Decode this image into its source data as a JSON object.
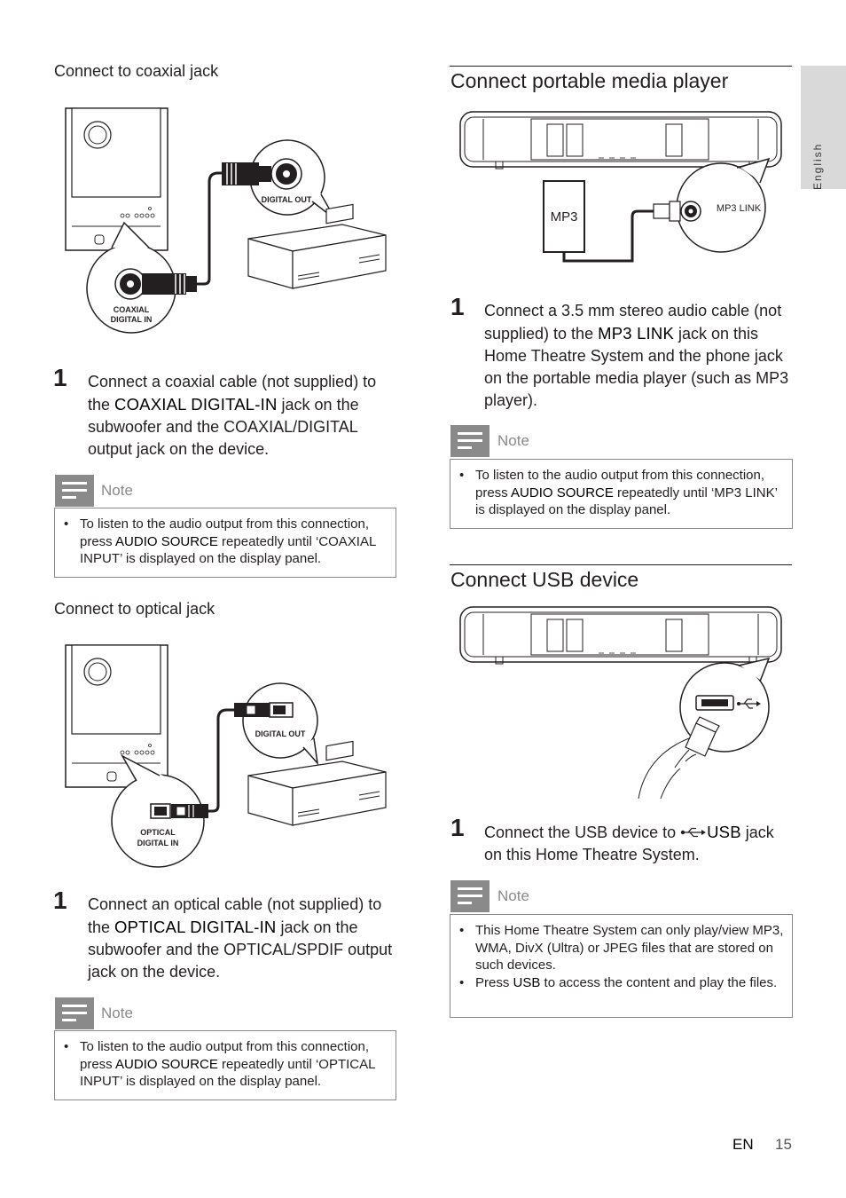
{
  "sidebar": {
    "language": "English"
  },
  "left": {
    "coaxial": {
      "heading": "Connect to coaxial jack",
      "diagram": {
        "port_device": "DIGITAL OUT",
        "port_sub_line1": "COAXIAL",
        "port_sub_line2": "DIGITAL IN"
      },
      "step_number": "1",
      "step": {
        "p1": "Connect a coaxial cable (not supplied) to the ",
        "b1": "COAXIAL DIGITAL-IN",
        "p2": " jack on the subwoofer and the COAXIAL/DIGITAL output jack on the device."
      },
      "note_label": "Note",
      "note": {
        "p1": "To listen to the audio output from this connection, press ",
        "b1": "AUDIO SOURCE",
        "p2": " repeatedly until ‘COAXIAL INPUT’ is displayed on the display panel."
      }
    },
    "optical": {
      "heading": "Connect to optical jack",
      "diagram": {
        "port_device": "DIGITAL OUT",
        "port_sub_line1": "OPTICAL",
        "port_sub_line2": "DIGITAL IN"
      },
      "step_number": "1",
      "step": {
        "p1": "Connect an optical cable (not supplied) to the ",
        "b1": "OPTICAL DIGITAL-IN",
        "p2": " jack on the subwoofer and the OPTICAL/SPDIF output jack on the device."
      },
      "note_label": "Note",
      "note": {
        "p1": "To listen to the audio output from this connection, press ",
        "b1": "AUDIO SOURCE",
        "p2": " repeatedly until ‘OPTICAL INPUT’ is displayed on the display panel."
      }
    }
  },
  "right": {
    "portable": {
      "heading": "Connect portable media player",
      "diagram": {
        "device": "MP3",
        "port": "MP3 LINK"
      },
      "step_number": "1",
      "step": {
        "p1": "Connect a 3.5 mm stereo audio cable (not supplied) to the ",
        "b1": "MP3 LINK",
        "p2": " jack on this Home Theatre System and the phone jack on the portable media player (such as MP3 player)."
      },
      "note_label": "Note",
      "note": {
        "p1": "To listen to the audio output from this connection, press ",
        "b1": "AUDIO SOURCE",
        "p2": " repeatedly until ‘MP3 LINK’ is displayed on the display panel."
      }
    },
    "usb": {
      "heading": "Connect USB device",
      "step_number": "1",
      "step": {
        "p1": "Connect the USB device to ",
        "b1": "USB",
        "p2": " jack on this Home Theatre System."
      },
      "note_label": "Note",
      "note1": "This Home Theatre System can only play/view MP3, WMA, DivX (Ultra) or JPEG files that are stored on such devices.",
      "note2": {
        "p1": "Press ",
        "b1": "USB",
        "p2": " to access the content and play the files."
      }
    }
  },
  "footer": {
    "lang": "EN",
    "page": "15"
  }
}
